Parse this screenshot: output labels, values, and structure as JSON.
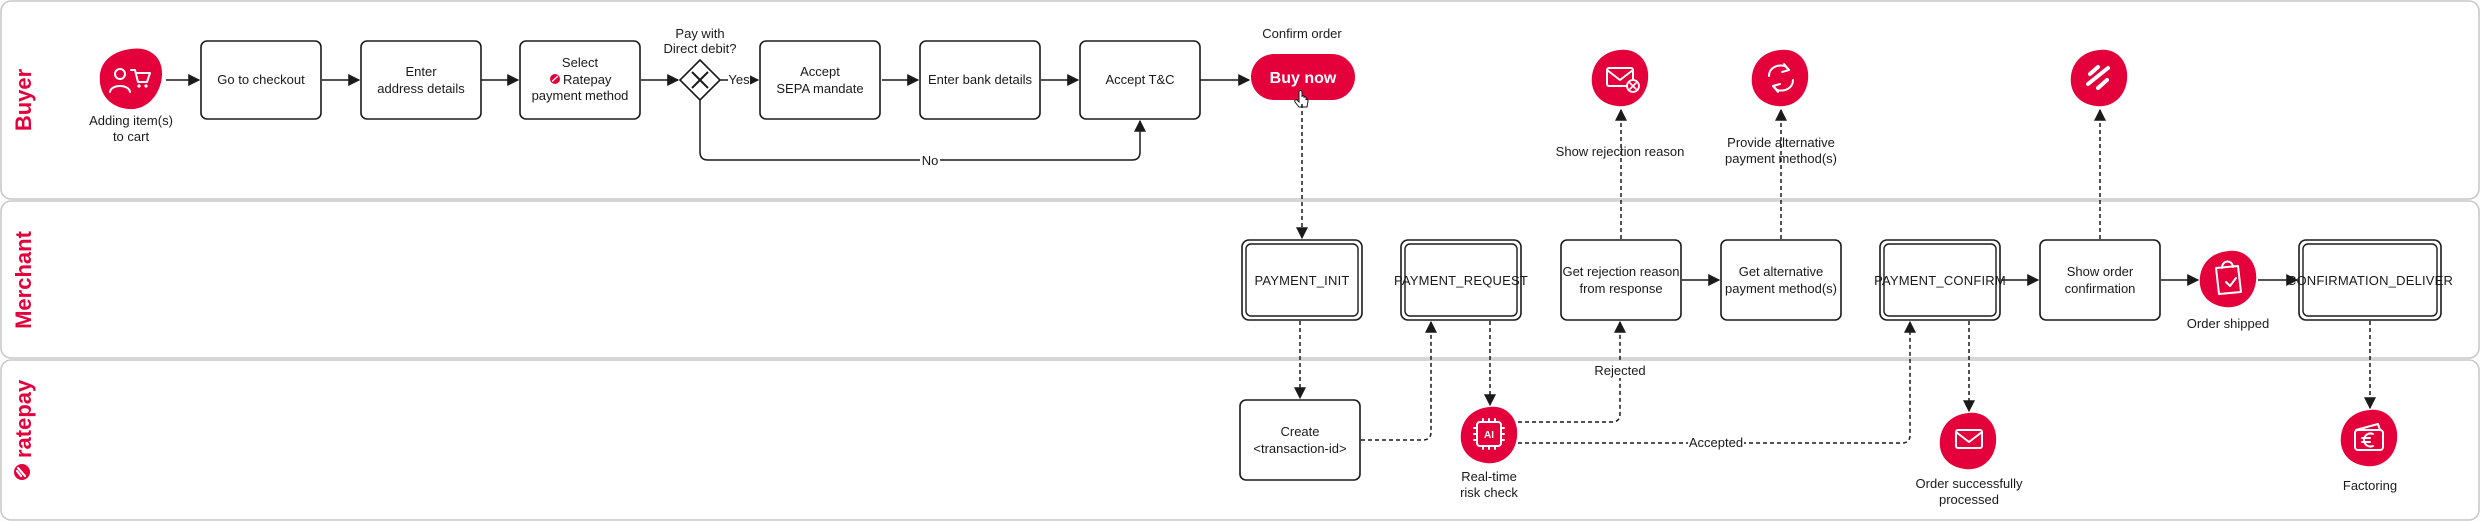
{
  "lanes": {
    "buyer": "Buyer",
    "merchant": "Merchant",
    "ratepay": "ratepay"
  },
  "buyer_steps": {
    "adding_items_line1": "Adding item(s)",
    "adding_items_line2": "to cart",
    "go_to_checkout": "Go to checkout",
    "enter_address_line1": "Enter",
    "enter_address_line2": "address details",
    "select_method_line1": "Select",
    "select_method_line2": "Ratepay",
    "select_method_line3": "payment method",
    "decision_line1": "Pay with",
    "decision_line2": "Direct debit?",
    "decision_yes": "Yes",
    "decision_no": "No",
    "accept_sepa_line1": "Accept",
    "accept_sepa_line2": "SEPA mandate",
    "enter_bank": "Enter bank details",
    "accept_tc": "Accept T&C",
    "confirm_order": "Confirm order",
    "buy_now": "Buy now",
    "show_rejection": "Show rejection reason",
    "provide_alt_line1": "Provide alternative",
    "provide_alt_line2": "payment method(s)"
  },
  "merchant_steps": {
    "payment_init": "PAYMENT_INIT",
    "payment_request": "PAYMENT_REQUEST",
    "get_rejection_line1": "Get rejection reason",
    "get_rejection_line2": "from response",
    "get_alt_line1": "Get alternative",
    "get_alt_line2": "payment method(s)",
    "payment_confirm": "PAYMENT_CONFIRM",
    "show_confirmation_line1": "Show order",
    "show_confirmation_line2": "confirmation",
    "order_shipped": "Order shipped",
    "confirmation_deliver": "CONFIRMATION_DELIVER"
  },
  "ratepay_steps": {
    "create_tx_line1": "Create",
    "create_tx_line2": "<transaction-id>",
    "risk_check_line1": "Real-time",
    "risk_check_line2": "risk check",
    "risk_icon_text": "AI",
    "rejected": "Rejected",
    "accepted": "Accepted",
    "order_processed_line1": "Order successfully",
    "order_processed_line2": "processed",
    "factoring": "Factoring"
  },
  "icons": {
    "cart": "cart-user-icon",
    "ratepay_mark": "ratepay-mark-icon",
    "mail_x": "mail-rejection-icon",
    "swap": "swap-arrows-icon",
    "ratepay_logo": "ratepay-logo-icon",
    "chip": "ai-chip-icon",
    "mail_check": "mail-check-icon",
    "shipping_bag": "shipping-bag-icon",
    "wallet": "wallet-euro-icon",
    "cursor": "hand-cursor-icon"
  },
  "colors": {
    "accent": "#e4003a",
    "stroke": "#1a1a1a",
    "lane_border": "#c9c9c9"
  }
}
